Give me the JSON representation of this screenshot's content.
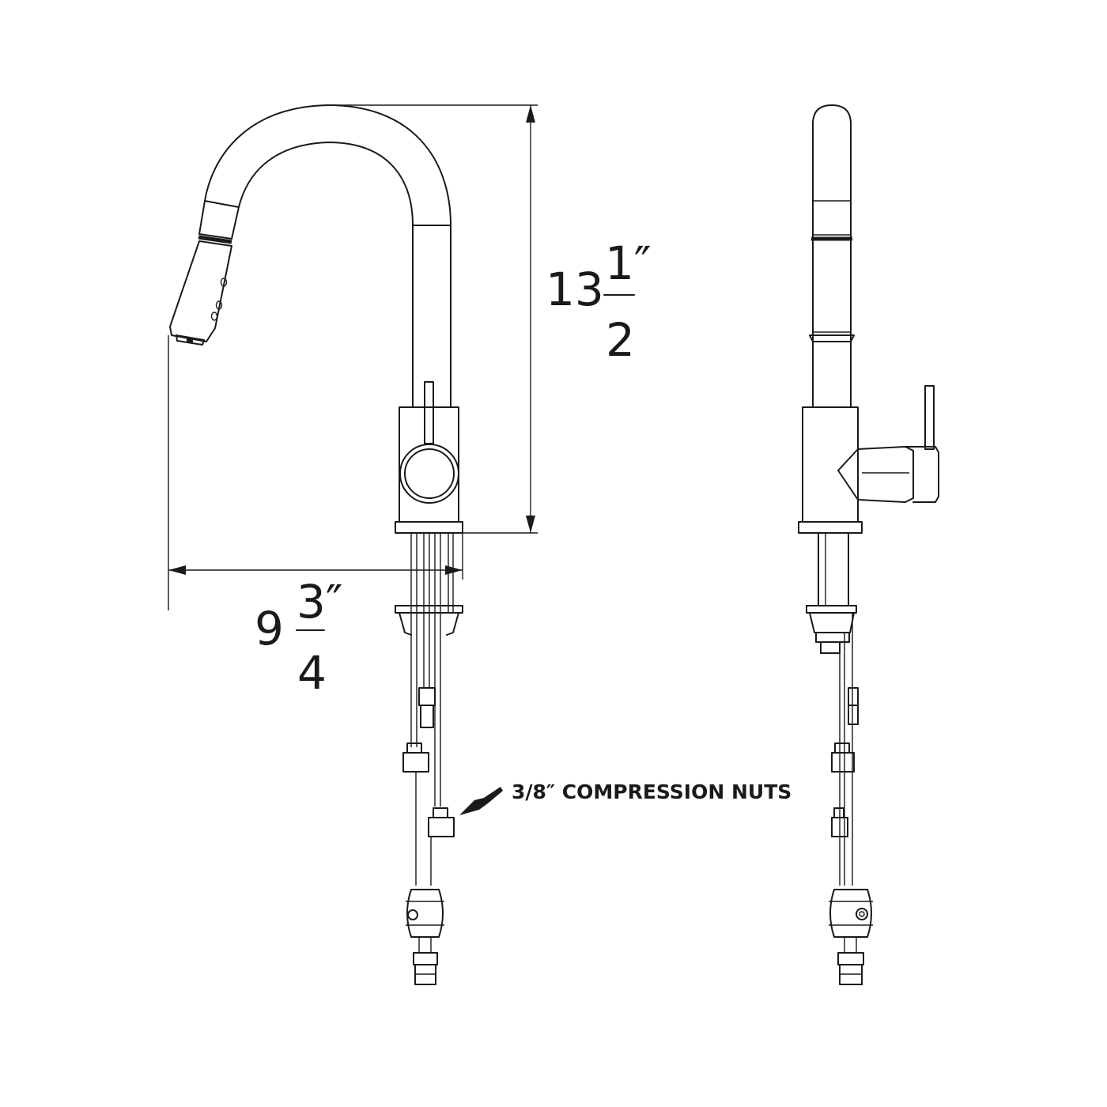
{
  "height_dimension": {
    "whole": "13",
    "numerator": "1″",
    "denominator": "2"
  },
  "reach_dimension": {
    "whole": "9",
    "numerator": "3″",
    "denominator": "4"
  },
  "callout": {
    "label": "3/8″ COMPRESSION NUTS"
  },
  "colors": {
    "line": "#1a1a1a",
    "background": "#ffffff"
  }
}
